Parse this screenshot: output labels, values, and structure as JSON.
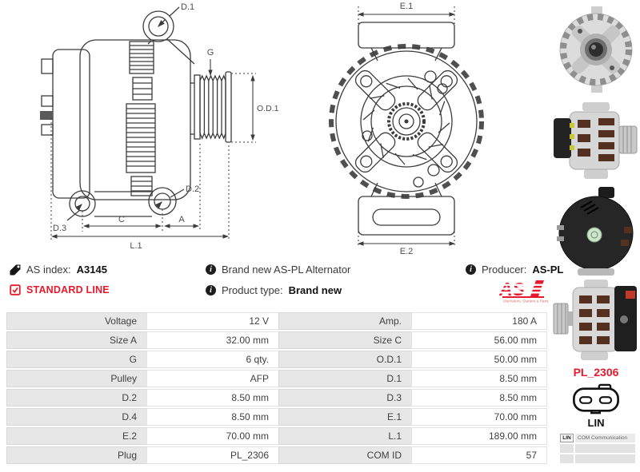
{
  "drawing_side": {
    "labels": {
      "d1": "D.1",
      "g": "G",
      "od1": "O.D.1",
      "d2": "D.2",
      "d3": "D.3",
      "c": "C",
      "a": "A",
      "l1": "L.1"
    }
  },
  "drawing_front": {
    "labels": {
      "e1": "E.1",
      "e2": "E.2"
    }
  },
  "info": {
    "as_index_label": "AS index:",
    "as_index_value": "A3145",
    "line_label": "STANDARD LINE",
    "description": "Brand new AS-PL Alternator",
    "product_type_label": "Product type:",
    "product_type_value": "Brand new",
    "producer_label": "Producer:",
    "producer_value": "AS-PL",
    "logo_text": "AS",
    "logo_tagline": "Alternators, Starters & Parts"
  },
  "spec_table": {
    "rows": [
      [
        "Voltage",
        "12 V",
        "Amp.",
        "180 A"
      ],
      [
        "Size A",
        "32.00 mm",
        "Size C",
        "56.00 mm"
      ],
      [
        "G",
        "6 qty.",
        "O.D.1",
        "50.00 mm"
      ],
      [
        "Pulley",
        "AFP",
        "D.1",
        "8.50 mm"
      ],
      [
        "D.2",
        "8.50 mm",
        "D.3",
        "8.50 mm"
      ],
      [
        "D.4",
        "8.50 mm",
        "E.1",
        "70.00 mm"
      ],
      [
        "E.2",
        "70.00 mm",
        "L.1",
        "189.00 mm"
      ],
      [
        "Plug",
        "PL_2306",
        "COM ID",
        "57"
      ]
    ]
  },
  "plug_panel": {
    "code": "PL_2306",
    "type_label": "LIN",
    "legend_key": "LIN",
    "legend_value": "COM Communication"
  },
  "colors": {
    "accent_red": "#e8192c",
    "drawing_line": "#3c3c3c",
    "table_label_bg": "#e7e7e7"
  }
}
